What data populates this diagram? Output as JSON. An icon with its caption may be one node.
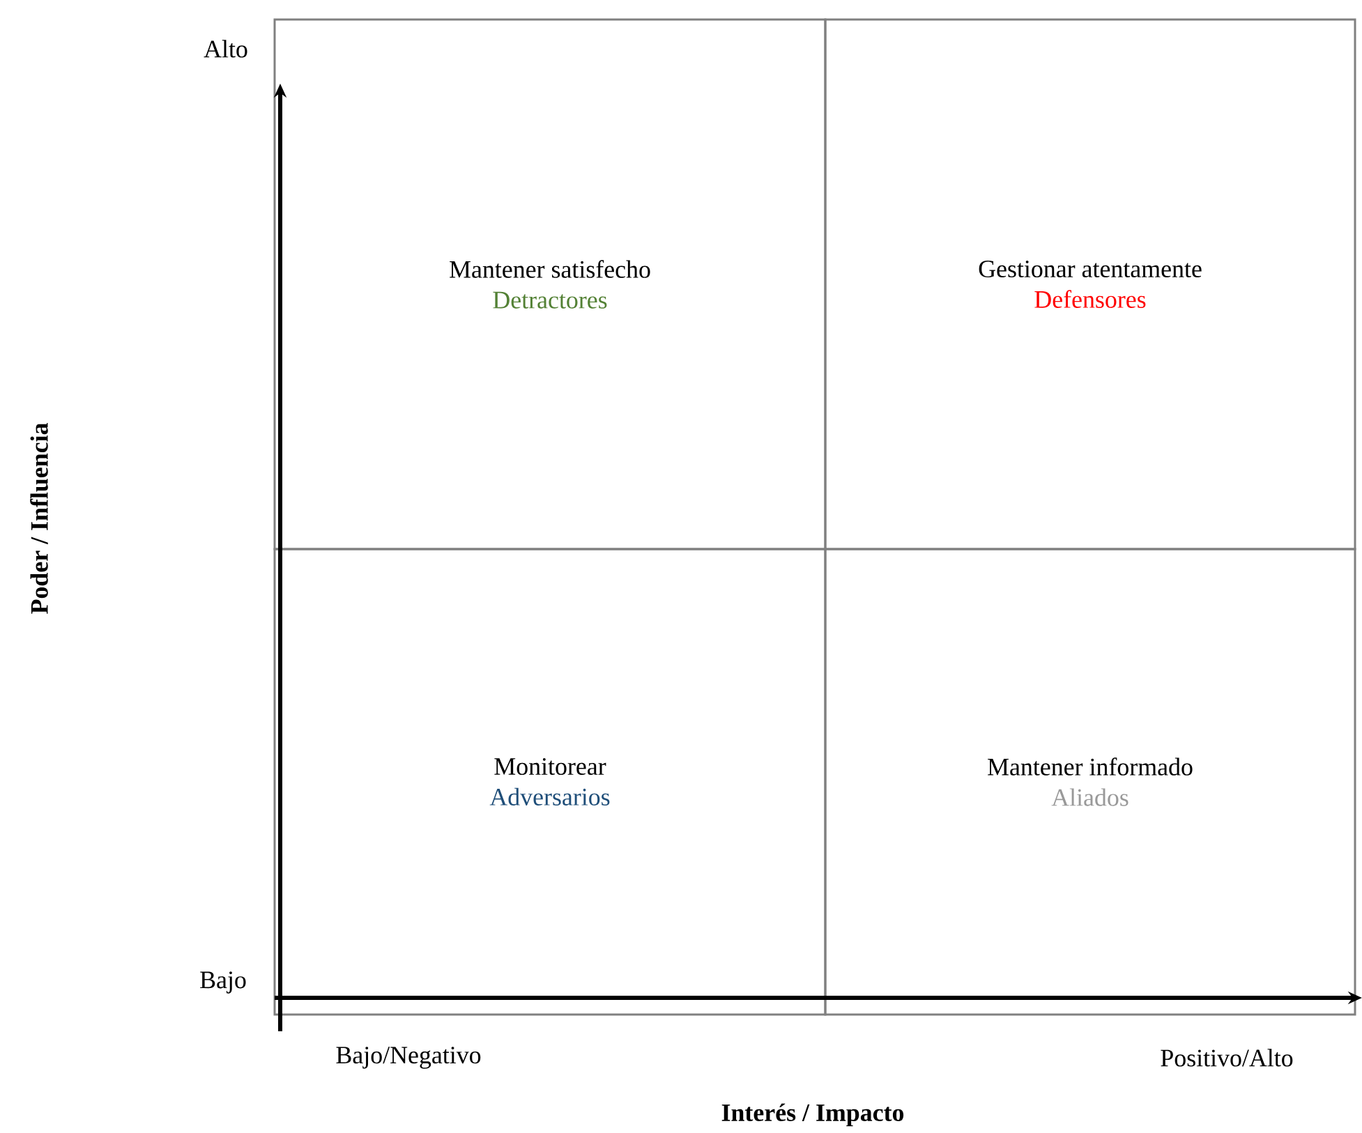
{
  "diagram": {
    "nodes": [
      {
        "text": [
          "Mantener satisfecho",
          "Detractores"
        ]
      },
      {
        "text": [
          "Gestionar atentamente",
          "Defensores"
        ]
      },
      {
        "text": [
          "Monitorear",
          "Adversarios"
        ]
      },
      {
        "text": [
          "Mantener informado",
          "Aliados"
        ]
      }
    ],
    "labels": [
      "Alto",
      "Poder / Influencia",
      "Bajo",
      "Bajo/Negativo",
      "Positivo/Alto",
      "Interés / Impacto"
    ]
  }
}
